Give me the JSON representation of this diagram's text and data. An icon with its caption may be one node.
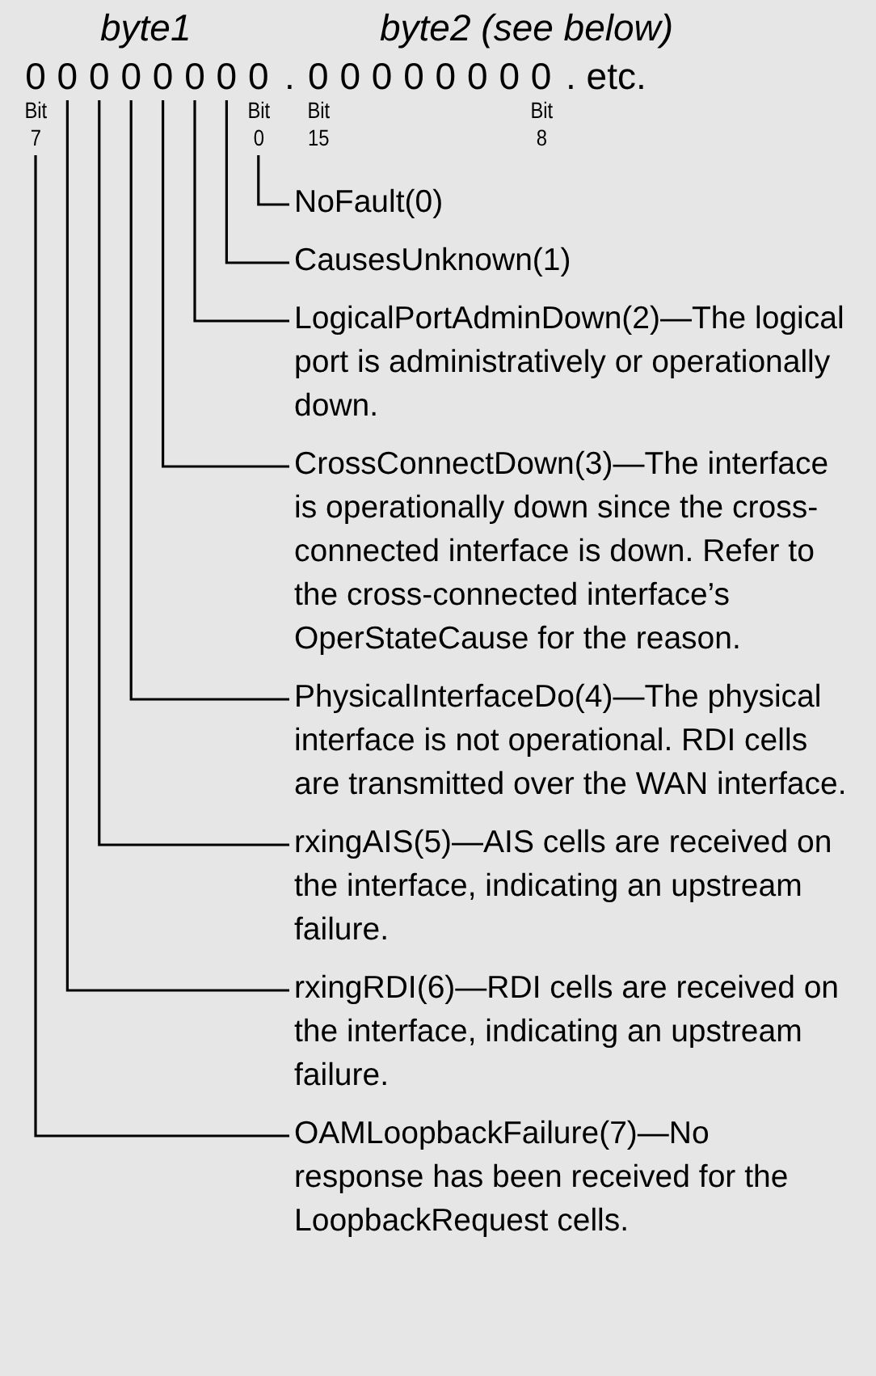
{
  "diagram": {
    "nodes": [
      {
        "text": [
          "0"
        ],
        "beside": [
          "Bit 7"
        ]
      },
      {
        "text": [
          "0"
        ]
      },
      {
        "text": [
          "0"
        ]
      },
      {
        "text": [
          "0"
        ]
      },
      {
        "text": [
          "0"
        ]
      },
      {
        "text": [
          "0"
        ]
      },
      {
        "text": [
          "0"
        ]
      },
      {
        "text": [
          "0"
        ],
        "beside": [
          "Bit 0"
        ]
      },
      {
        "text": [
          "NoFault(0)"
        ]
      },
      {
        "text": [
          "CausesUnknown(1)"
        ]
      },
      {
        "text": [
          "LogicalPortAdminDown(2)—The logical port is administratively or operationally down."
        ]
      },
      {
        "text": [
          "CrossConnectDown(3)—The interface is operationally down since the cross-connected interface is down. Refer to the cross-connected interface’s OperStateCause for the reason."
        ]
      },
      {
        "text": [
          "PhysicalInterfaceDo(4)—The physical interface is not operational. RDI cells are transmitted over the WAN interface."
        ]
      },
      {
        "text": [
          "rxingAIS(5)—AIS cells are received on the interface, indicating an upstream failure."
        ]
      },
      {
        "text": [
          "rxingRDI(6)—RDI cells are received on the interface, indicating an upstream failure."
        ]
      },
      {
        "text": [
          "OAMLoopbackFailure(7)—No response has been received for the LoopbackRequest cells."
        ]
      }
    ],
    "edges": [
      {
        "from": 8,
        "to": 7,
        "arrow": "none"
      },
      {
        "from": 9,
        "to": 6,
        "arrow": "none"
      },
      {
        "from": 10,
        "to": 5,
        "arrow": "none"
      },
      {
        "from": 11,
        "to": 4,
        "arrow": "none"
      },
      {
        "from": 12,
        "to": 3,
        "arrow": "none"
      },
      {
        "from": 13,
        "to": 2,
        "arrow": "none"
      },
      {
        "from": 14,
        "to": 1,
        "arrow": "none"
      },
      {
        "from": 15,
        "to": 0,
        "arrow": "none"
      }
    ],
    "labels": [
      "byte1",
      "byte2 (see below)",
      ".",
      "0",
      "0",
      "0",
      "0",
      "0",
      "0",
      "0",
      "0",
      ". etc.",
      "Bit 15",
      "Bit 8"
    ]
  }
}
